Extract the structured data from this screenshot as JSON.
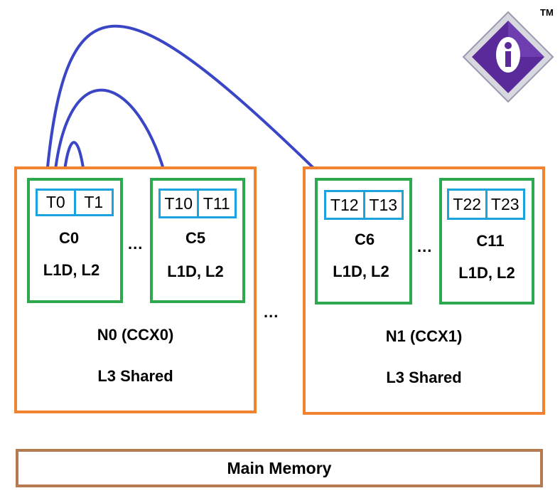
{
  "colors": {
    "node_border": "#f08232",
    "core_border": "#2ea84f",
    "thread_border": "#1aa3df",
    "link": "#3b46c6",
    "memory_border": "#b57a4f"
  },
  "logo": {
    "icon": "info-diamond-icon",
    "trademark": "TM"
  },
  "nodes": [
    {
      "name": "N0 (CCX0)",
      "l3": "L3 Shared",
      "cores": [
        {
          "name": "C0",
          "cache": "L1D, L2",
          "threads": [
            "T0",
            "T1"
          ]
        },
        {
          "name": "C5",
          "cache": "L1D, L2",
          "threads": [
            "T10",
            "T11"
          ]
        }
      ],
      "ellipsis": "..."
    },
    {
      "name": "N1 (CCX1)",
      "l3": "L3 Shared",
      "cores": [
        {
          "name": "C6",
          "cache": "L1D, L2",
          "threads": [
            "T12",
            "T13"
          ]
        },
        {
          "name": "C11",
          "cache": "L1D, L2",
          "threads": [
            "T22",
            "T23"
          ]
        }
      ],
      "ellipsis": "..."
    }
  ],
  "between_nodes_ellipsis": "...",
  "memory": {
    "label": "Main Memory"
  }
}
